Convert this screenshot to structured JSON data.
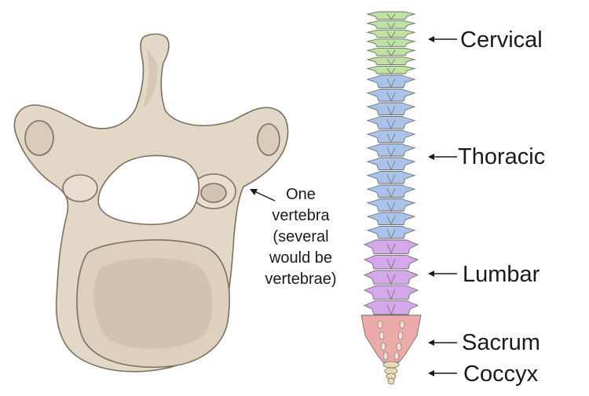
{
  "vertebra_caption": {
    "lines": [
      "One",
      "vertebra",
      "(several",
      "would be",
      "vertebrae)"
    ]
  },
  "spine_regions": [
    {
      "label": "Cervical",
      "color": "#bfe3a2"
    },
    {
      "label": "Thoracic",
      "color": "#a9c3ea"
    },
    {
      "label": "Lumbar",
      "color": "#d4a8ea"
    },
    {
      "label": "Sacrum",
      "color": "#ecaaa8"
    },
    {
      "label": "Coccyx",
      "color": "#ecd9b6"
    }
  ],
  "colors": {
    "bone": "#e3d7c8",
    "bone_outline": "#8a7c6c",
    "arrow": "#1a1a1a"
  }
}
